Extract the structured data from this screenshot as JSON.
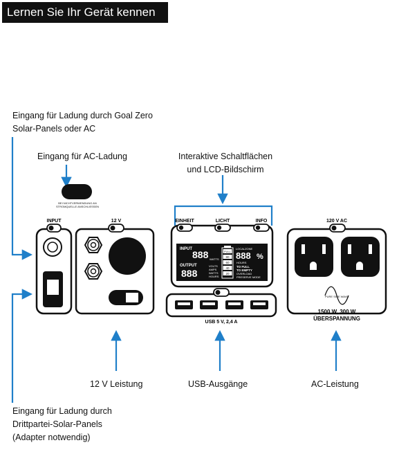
{
  "header": {
    "title": "Lernen Sie Ihr Gerät kennen"
  },
  "callouts": {
    "goal_zero_input": {
      "line1": "Eingang für Ladung durch Goal Zero",
      "line2": "Solar-Panels oder AC"
    },
    "ac_charging_input": {
      "text": "Eingang für AC-Ladung"
    },
    "interactive_buttons": {
      "line1": "Interaktive Schaltflächen",
      "line2": "und LCD-Bildschirm"
    },
    "third_party_input": {
      "line1": "Eingang für Ladung durch",
      "line2": "Drittpartei-Solar-Panels",
      "line3": "(Adapter notwendig)"
    },
    "twelve_v_output": {
      "text": "12 V Leistung"
    },
    "usb_outputs": {
      "text": "USB-Ausgänge"
    },
    "ac_output": {
      "text": "AC-Leistung"
    }
  },
  "device": {
    "ac_port_note": {
      "line1": "BEI NICHTVERWENDUNG AN",
      "line2": "STROMQUELLE ANSCHLIESSEN"
    },
    "input_panel_label": "INPUT",
    "twelve_v_panel_label": "12 V",
    "buttons": {
      "einheit": "EINHEIT",
      "licht": "LICHT",
      "info": "INFO"
    },
    "usb_label": "USB 5 V, 2,4 A",
    "ac_panel_label": "120 V AC",
    "pure_sine_wave": "PURE SINE WAVE",
    "ac_spec_line1": "1500 W, 300 W",
    "ac_spec_line2": "ÜBERSPANNUNG",
    "lcd": {
      "input": "INPUT",
      "output": "OUTPUT",
      "digits_in": "888",
      "digits_out": "888",
      "watts": "WATTS",
      "volts": "VOLTS",
      "amps": "AMPS",
      "watts2": "WATTS",
      "hours": "HOURS",
      "full": "FULL",
      "battery_levels": [
        "80",
        "60",
        "40",
        "20"
      ],
      "percent_digits": "888",
      "percent_sign": "%",
      "localzone": "LOCALZONE",
      "hours_label": "HOURS",
      "to_full": "TO FULL",
      "to_empty": "TO EMPTY",
      "overload": "OVERLOAD",
      "preserve_mode": "PRESERVE MODE"
    }
  },
  "colors": {
    "accent_blue": "#1f7fc9",
    "ink": "#111111"
  }
}
